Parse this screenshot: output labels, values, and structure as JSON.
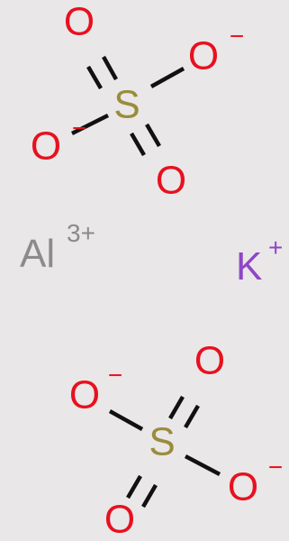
{
  "colors": {
    "background": "#e9e7e8",
    "oxygen": "#e8101f",
    "sulfur": "#9a8c3a",
    "aluminium": "#8c8a8c",
    "potassium": "#8f46c6",
    "bond": "#111111"
  },
  "sulfate_top": {
    "S": "S",
    "O_top": "O",
    "O_right": "O",
    "O_right_charge": "−",
    "O_left": "O",
    "O_left_charge": "−",
    "O_bottom": "O"
  },
  "aluminium": {
    "symbol": "Al",
    "charge": "3+"
  },
  "potassium": {
    "symbol": "K",
    "charge": "+"
  },
  "sulfate_bottom": {
    "S": "S",
    "O_top": "O",
    "O_left": "O",
    "O_left_charge": "−",
    "O_right": "O",
    "O_right_charge": "−",
    "O_bottom": "O"
  }
}
